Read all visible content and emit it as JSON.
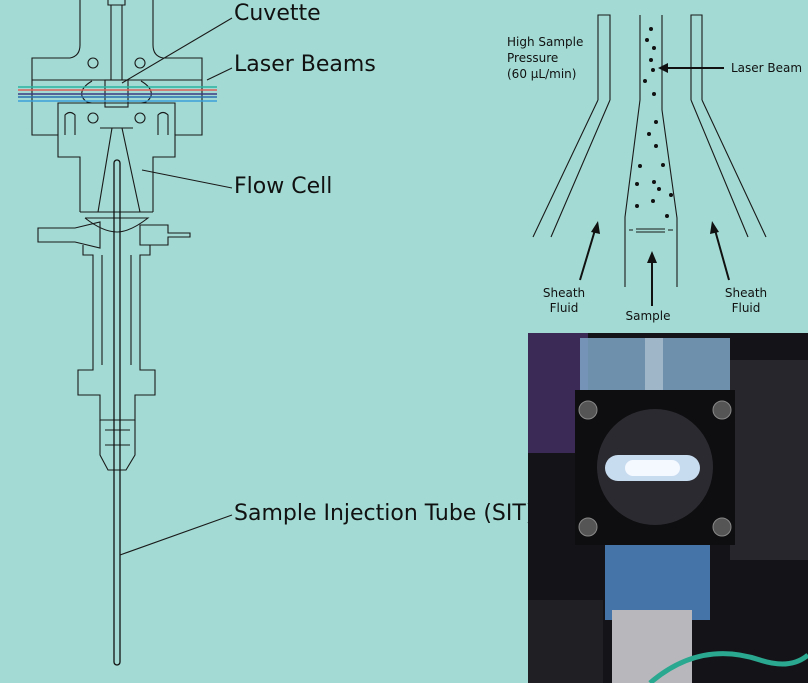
{
  "figure": {
    "left_labels": {
      "cuvette": "Cuvette",
      "laser_beams": "Laser Beams",
      "flow_cell": "Flow Cell",
      "sit": "Sample Injection Tube (SIT)"
    },
    "right_labels": {
      "pressure_line1": "High Sample",
      "pressure_line2": "Pressure",
      "pressure_line3": "(60 µL/min)",
      "laser_beam": "Laser Beam",
      "sheath_left_1": "Sheath",
      "sheath_left_2": "Fluid",
      "sample": "Sample",
      "sheath_right_1": "Sheath",
      "sheath_right_2": "Fluid"
    },
    "colors": {
      "background": "#a3dbd4",
      "beam_teal": "#2bb3a0",
      "beam_red": "#e0605a",
      "beam_navy": "#3a3a80",
      "beam_blue": "#2a6fb0",
      "beam_lightblue": "#3aa0d8"
    }
  }
}
